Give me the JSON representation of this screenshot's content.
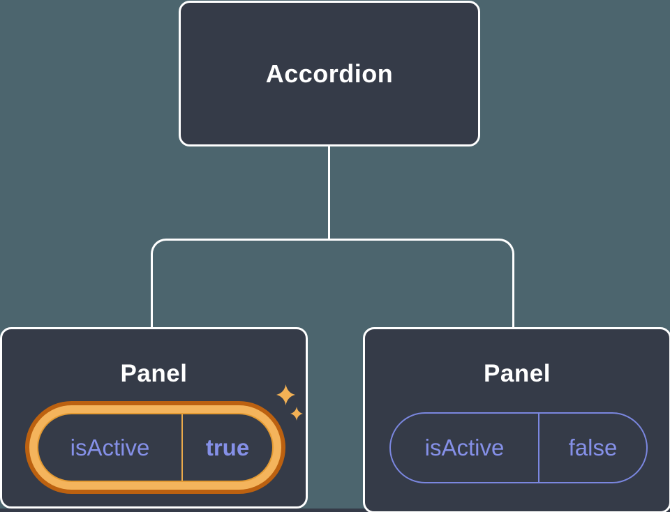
{
  "diagram": {
    "root": {
      "label": "Accordion"
    },
    "children": [
      {
        "label": "Panel",
        "state": {
          "key": "isActive",
          "value": "true"
        },
        "highlighted": true
      },
      {
        "label": "Panel",
        "state": {
          "key": "isActive",
          "value": "false"
        },
        "highlighted": false
      }
    ],
    "sparkle_icon": "four-point-sparkles"
  },
  "palette": {
    "bg": "#4c656e",
    "node_fill": "#353b48",
    "node_border": "#ffffff",
    "title_text": "#ffffff",
    "purple_text": "#8590e8",
    "purple_outline": "#7b87e0",
    "gold_ring": "#f4b45c",
    "orange_ring": "#bc6110",
    "orange_inner_line": "#e39a33",
    "gold_divider": "#eaa94b",
    "sparkle_gold": "#f2b155",
    "bottom_strip": "#353b48"
  }
}
